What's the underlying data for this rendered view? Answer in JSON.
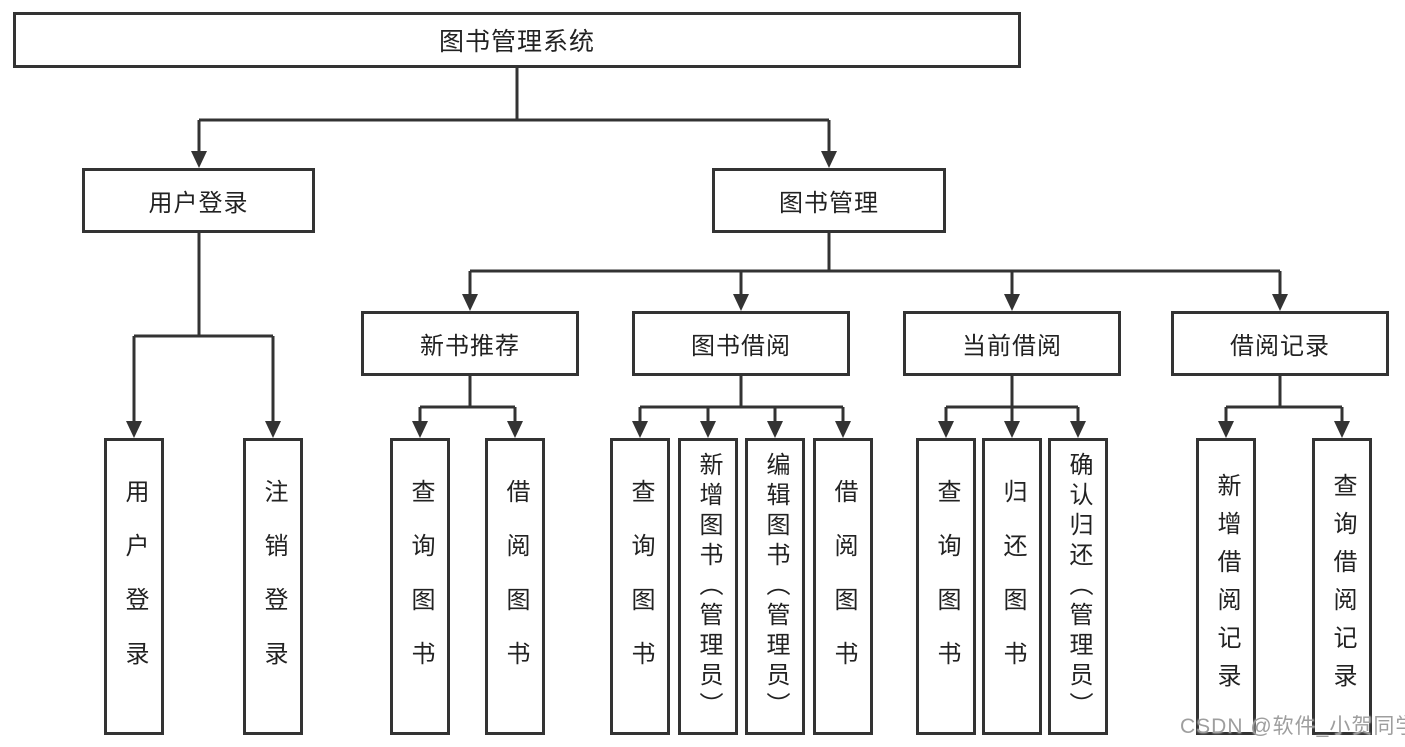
{
  "diagram": {
    "root": {
      "label": "图书管理系统"
    },
    "level2": [
      {
        "label": "用户登录"
      },
      {
        "label": "图书管理"
      }
    ],
    "level3": [
      {
        "label": "新书推荐",
        "parent": "图书管理"
      },
      {
        "label": "图书借阅",
        "parent": "图书管理"
      },
      {
        "label": "当前借阅",
        "parent": "图书管理"
      },
      {
        "label": "借阅记录",
        "parent": "图书管理"
      }
    ],
    "leaves": [
      {
        "label": "用户登录",
        "parent": "用户登录"
      },
      {
        "label": "注销登录",
        "parent": "用户登录"
      },
      {
        "label": "查询图书",
        "parent": "新书推荐"
      },
      {
        "label": "借阅图书",
        "parent": "新书推荐"
      },
      {
        "label": "查询图书",
        "parent": "图书借阅"
      },
      {
        "label": "新增图书（管理员）",
        "parent": "图书借阅"
      },
      {
        "label": "编辑图书（管理员）",
        "parent": "图书借阅"
      },
      {
        "label": "借阅图书",
        "parent": "图书借阅"
      },
      {
        "label": "查询图书",
        "parent": "当前借阅"
      },
      {
        "label": "归还图书",
        "parent": "当前借阅"
      },
      {
        "label": "确认归还（管理员）",
        "parent": "当前借阅"
      },
      {
        "label": "新增借阅记录",
        "parent": "借阅记录"
      },
      {
        "label": "查询借阅记录",
        "parent": "借阅记录"
      }
    ]
  },
  "watermark": "CSDN @软件_小贺同学",
  "colors": {
    "line": "#333333",
    "text": "#222222",
    "background": "#ffffff",
    "watermark": "#9e9e9e"
  }
}
